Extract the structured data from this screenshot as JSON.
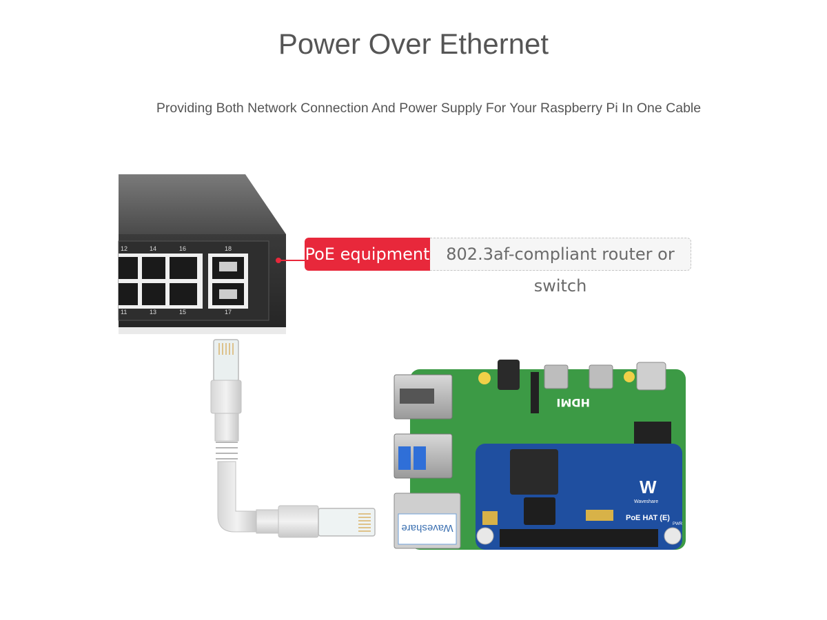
{
  "header": {
    "title": "Power Over Ethernet",
    "subtitle": "Providing Both Network Connection And Power Supply For Your Raspberry Pi In One Cable"
  },
  "callout": {
    "tag": "PoE equipment",
    "description": "802.3af-compliant router or switch",
    "tag_color": "#e8283b"
  },
  "switch": {
    "top_port_labels": [
      "12",
      "14",
      "16",
      "18"
    ],
    "bottom_port_labels": [
      "11",
      "13",
      "15",
      "17"
    ]
  },
  "board": {
    "brand_label": "Waveshare",
    "hat_label": "PoE HAT (E)",
    "hdmi_label": "HDMI",
    "pwr_label": "PWR",
    "pcb_color": "#3c9a45",
    "hat_color": "#1f4fa0"
  }
}
